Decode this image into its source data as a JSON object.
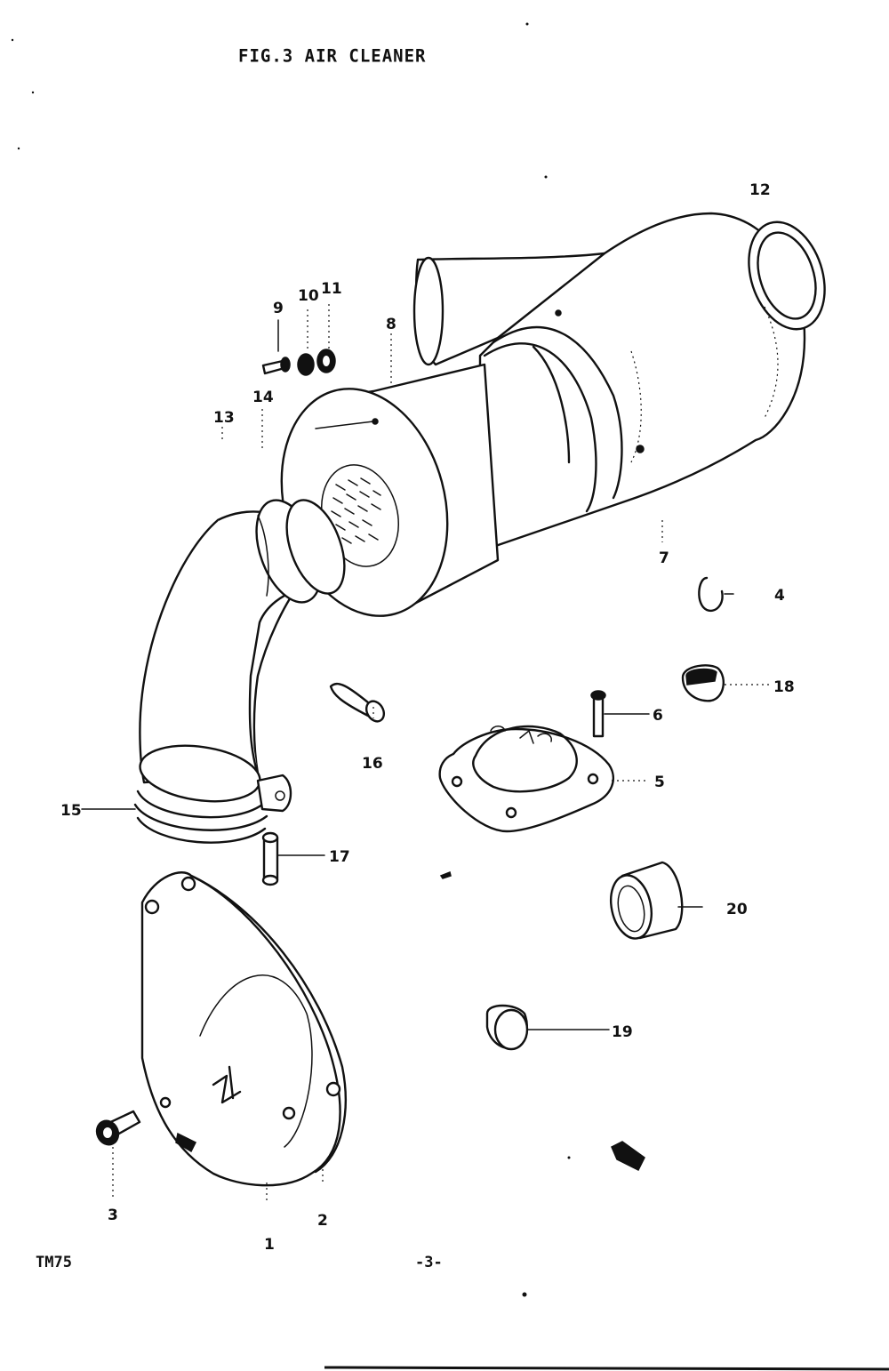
{
  "figure": {
    "title": "FIG.3  AIR CLEANER",
    "model": "TM75",
    "page_number": "-3-"
  },
  "callouts": {
    "p1": "1",
    "p2": "2",
    "p3": "3",
    "p4": "4",
    "p5": "5",
    "p6": "6",
    "p7": "7",
    "p8": "8",
    "p9": "9",
    "p10": "10",
    "p11": "11",
    "p12": "12",
    "p13": "13",
    "p14": "14",
    "p15": "15",
    "p16": "16",
    "p17": "17",
    "p18": "18",
    "p19": "19",
    "p20": "20"
  }
}
